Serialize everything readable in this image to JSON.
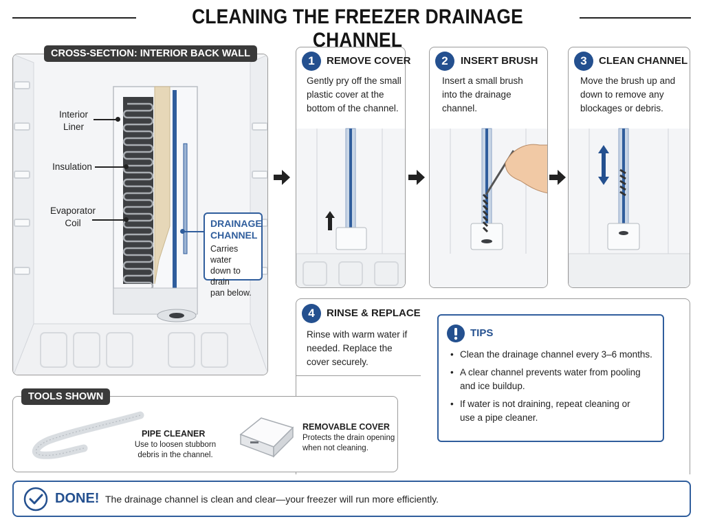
{
  "title": "CLEANING THE FREEZER DRAINAGE CHANNEL",
  "cross_section": {
    "tag": "CROSS-SECTION: INTERIOR BACK WALL",
    "labels": {
      "interior_liner": "Interior\nLiner",
      "insulation": "Insulation",
      "evaporator_coil": "Evaporator\nCoil"
    },
    "drainage": {
      "title": "DRAINAGE\nCHANNEL",
      "desc": "Carries water\ndown to drain\npan below."
    }
  },
  "steps": [
    {
      "num": "1",
      "title": "REMOVE COVER",
      "desc": "Gently pry off the small\nplastic cover at the\nbottom of the channel."
    },
    {
      "num": "2",
      "title": "INSERT BRUSH",
      "desc": "Insert a small brush\ninto the drainage\nchannel."
    },
    {
      "num": "3",
      "title": "CLEAN CHANNEL",
      "desc": "Move the brush up and\ndown to remove any\nblockages or debris."
    },
    {
      "num": "4",
      "title": "RINSE & REPLACE",
      "desc": "Rinse with warm water if\nneeded. Replace the\ncover securely."
    }
  ],
  "tips": {
    "title": "TIPS",
    "items": [
      "Clean the drainage channel every 3–6 months.",
      "A clear channel prevents water from pooling\nand ice buildup.",
      "If water is not draining, repeat cleaning or\nuse a pipe cleaner."
    ]
  },
  "tools": {
    "tag": "TOOLS SHOWN",
    "pipe_cleaner": {
      "name": "PIPE CLEANER",
      "desc": "Use to loosen stubborn\ndebris in the channel."
    },
    "removable_cover": {
      "name": "REMOVABLE COVER",
      "desc": "Protects the drain opening\nwhen not cleaning."
    }
  },
  "done": {
    "title": "DONE!",
    "text": "The drainage channel is clean and clear—your freezer will run more efficiently."
  },
  "colors": {
    "accent": "#24508f",
    "channel": "#2f5d9c",
    "insulation": "#e6d7b8",
    "coil": "#555555"
  },
  "icons": [
    "arrow-right-icon",
    "arrow-up-icon",
    "arrow-updown-icon",
    "exclamation-icon",
    "checkmark-icon"
  ]
}
